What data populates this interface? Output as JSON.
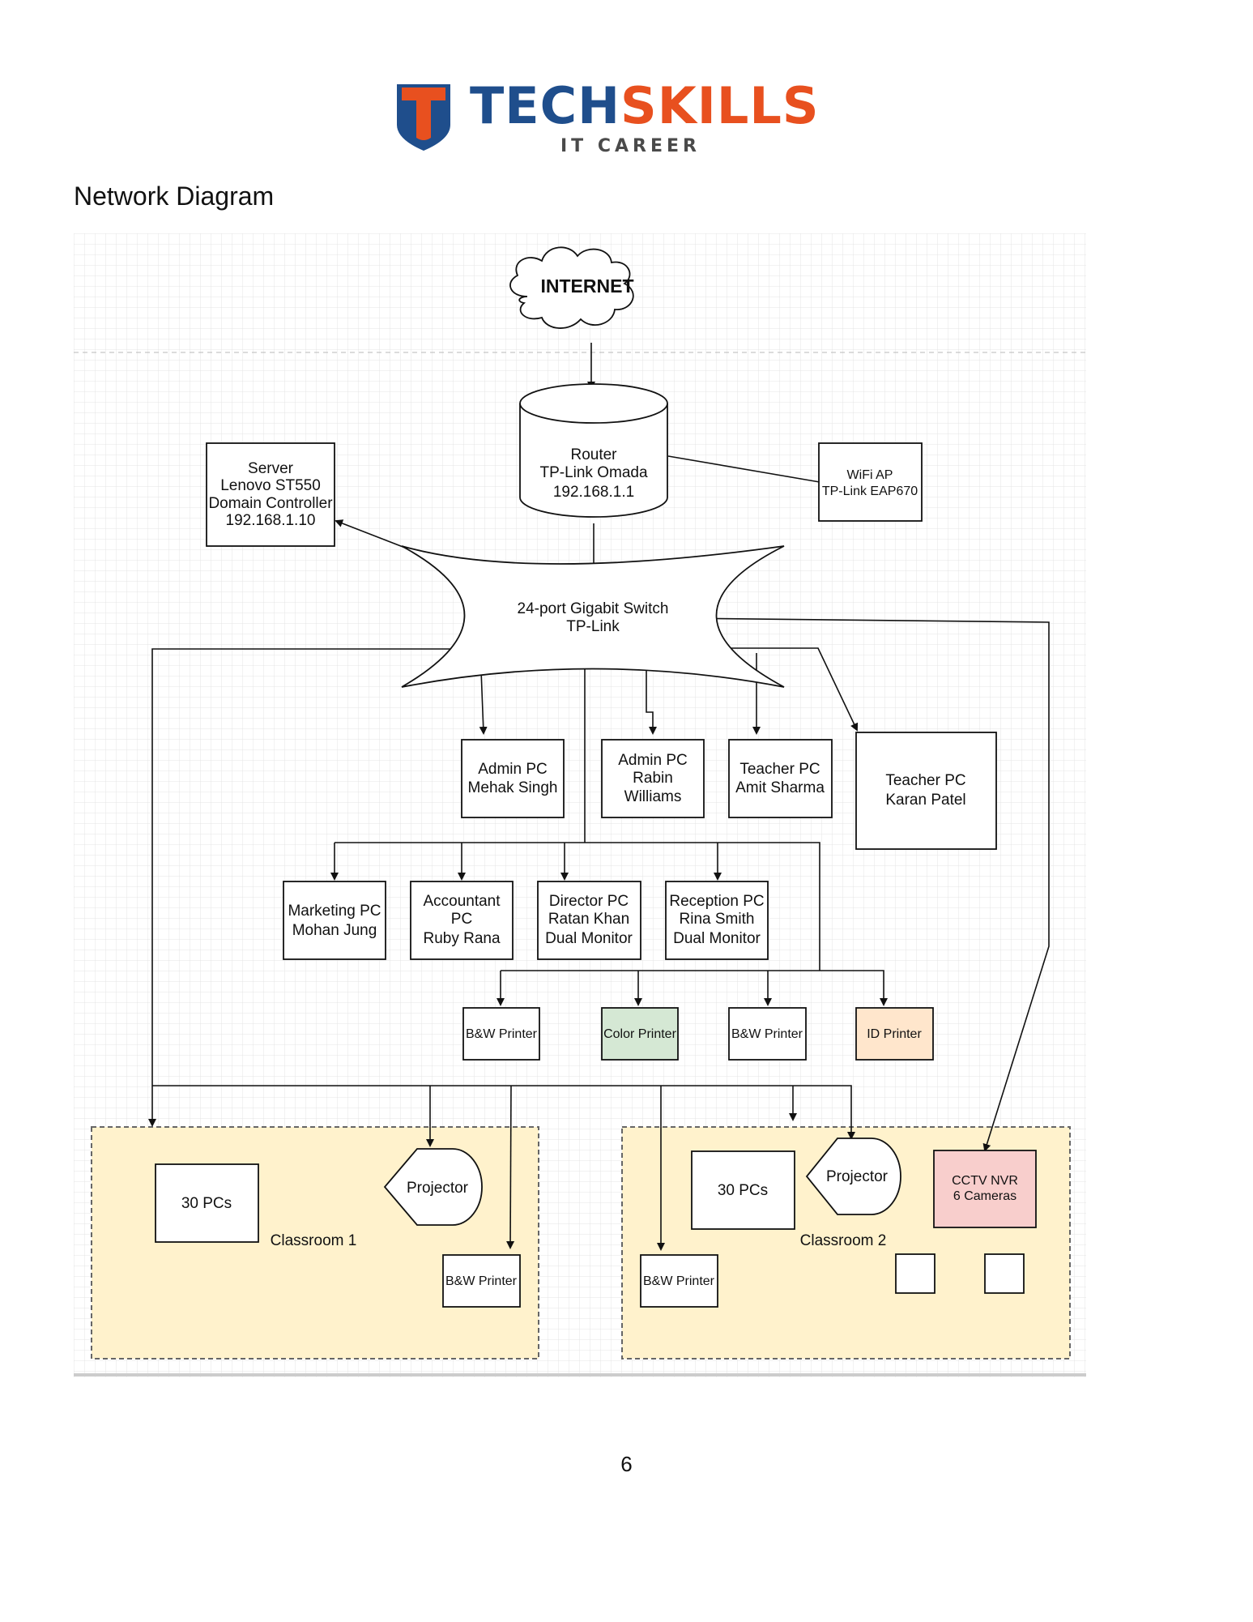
{
  "logo": {
    "word_part1": "TECH",
    "word_part2": "SKILLS",
    "tagline": "IT CAREER",
    "colors": {
      "blue": "#1f4e8c",
      "orange": "#e8501f"
    }
  },
  "heading": "Network Diagram",
  "diagram": {
    "internet": "INTERNET",
    "router": [
      "Router",
      "TP-Link Omada",
      "192.168.1.1"
    ],
    "server": [
      "Server",
      "Lenovo ST550",
      "Domain Controller",
      "192.168.1.10"
    ],
    "wifi": [
      "WiFi AP",
      "TP-Link EAP670"
    ],
    "switch": [
      "24-port Gigabit Switch",
      "TP-Link"
    ],
    "admin_pc_1": [
      "Admin PC",
      "Mehak Singh"
    ],
    "admin_pc_2": [
      "Admin PC",
      "Rabin",
      "Williams"
    ],
    "teacher_pc_1": [
      "Teacher PC",
      "Amit Sharma"
    ],
    "teacher_pc_2": [
      "Teacher PC",
      "Karan Patel"
    ],
    "marketing_pc": [
      "Marketing PC",
      "Mohan Jung"
    ],
    "accountant_pc": [
      "Accountant",
      "PC",
      "Ruby Rana"
    ],
    "director_pc": [
      "Director PC",
      "Ratan Khan",
      "Dual Monitor"
    ],
    "reception_pc": [
      "Reception PC",
      "Rina Smith",
      "Dual Monitor"
    ],
    "printer_1": "B&W Printer",
    "printer_color": "Color Printer",
    "printer_2": "B&W Printer",
    "printer_id": "ID Printer",
    "classroom_1": {
      "label": "Classroom 1",
      "pcs": "30 PCs",
      "projector": "Projector",
      "printer": "B&W Printer"
    },
    "classroom_2": {
      "label": "Classroom 2",
      "pcs": "30 PCs",
      "projector": "Projector",
      "printer": "B&W Printer",
      "cctv": [
        "CCTV NVR",
        "6 Cameras"
      ]
    },
    "colors": {
      "color_printer_fill": "#d5e8d4",
      "id_printer_fill": "#ffe6cc",
      "cctv_fill": "#f8cecc",
      "classroom_fill": "#fff2cc"
    }
  },
  "page_number": "6"
}
